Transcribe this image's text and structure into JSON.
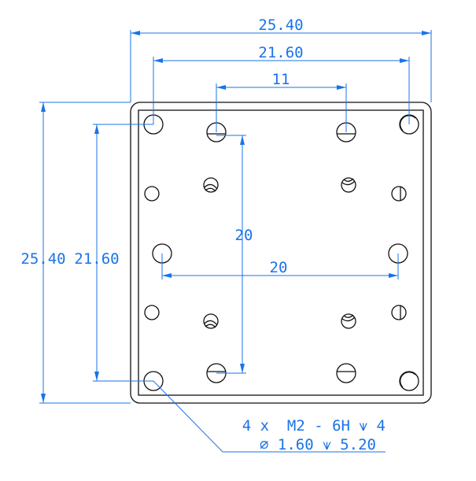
{
  "dimensions": {
    "overall_width": "25.40",
    "hole_span_width": "21.60",
    "slot_spacing": "11",
    "vertical_hole_spacing": "20",
    "horizontal_hole_spacing": "20",
    "overall_height": "25.40",
    "hole_span_height": "21.60"
  },
  "callout": {
    "line1": "4 x  M2 - 6H ⩛ 4",
    "line2": "∅ 1.60 ⩛ 5.20"
  },
  "colors": {
    "dimension": "#1a73e8",
    "part": "#111111"
  }
}
